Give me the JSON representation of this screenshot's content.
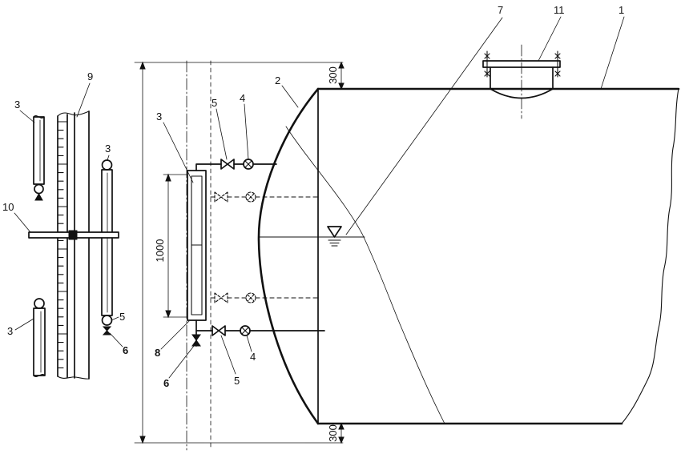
{
  "callouts": {
    "tank": "1",
    "head": "2",
    "gauge": "3",
    "top_valve": "5",
    "top_cock": "4",
    "level": "7",
    "nozzle": "11",
    "gauge_bottom": "8",
    "drain": "6",
    "bottom_valve": "5",
    "bottom_cock": "4"
  },
  "dimensions": {
    "top": "300",
    "gauge_span": "1000",
    "bottom": "300"
  },
  "detail": {
    "upper_tube": "3",
    "scale": "9",
    "right_tube": "3",
    "bracket": "10",
    "lower_tube": "3",
    "valve": "5",
    "drain": "6"
  },
  "colors": {
    "ink": "#111111",
    "paper": "#ffffff"
  }
}
